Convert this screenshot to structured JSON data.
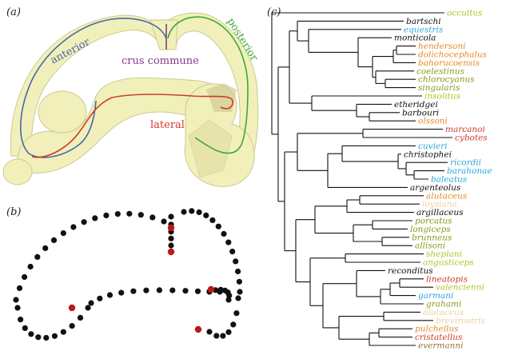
{
  "panels": {
    "a": "(a)",
    "b": "(b)",
    "c": "(c)"
  },
  "canal_labels": {
    "anterior": "anterior",
    "posterior": "posterior",
    "crus": "crus commune",
    "lateral": "lateral"
  },
  "colors": {
    "volume_fill": "#f1f0b8",
    "volume_stroke": "#c9c78a",
    "anterior": "#4a68a8",
    "posterior": "#3fa832",
    "crus": "#8a3a8a",
    "lateral": "#d03a2a",
    "landmark_black": "#111111",
    "landmark_red": "#c01818",
    "branch": "#111111"
  },
  "taxa": [
    {
      "name": "occultus",
      "color": "#b6c22a"
    },
    {
      "name": "bartschi",
      "color": "#111111"
    },
    {
      "name": "equestris",
      "color": "#2aa8d8"
    },
    {
      "name": "monticola",
      "color": "#111111"
    },
    {
      "name": "hendersoni",
      "color": "#e88a2a"
    },
    {
      "name": "dolichocephalus",
      "color": "#e88a2a"
    },
    {
      "name": "bahorucoensis",
      "color": "#e88a2a"
    },
    {
      "name": "coelestinus",
      "color": "#8a9a1a"
    },
    {
      "name": "chlorocyanus",
      "color": "#8a9a1a"
    },
    {
      "name": "singularis",
      "color": "#8a9a1a"
    },
    {
      "name": "insolitus",
      "color": "#b6c22a"
    },
    {
      "name": "etheridgei",
      "color": "#111111"
    },
    {
      "name": "barbouri",
      "color": "#111111"
    },
    {
      "name": "olssoni",
      "color": "#e88a2a"
    },
    {
      "name": "marcanoi",
      "color": "#d03a2a"
    },
    {
      "name": "cybotes",
      "color": "#d03a2a"
    },
    {
      "name": "cuvieri",
      "color": "#2aa8d8"
    },
    {
      "name": "christophei",
      "color": "#111111"
    },
    {
      "name": "ricordii",
      "color": "#2aa8d8"
    },
    {
      "name": "barahonae",
      "color": "#2aa8d8"
    },
    {
      "name": "baleatus",
      "color": "#2aa8d8"
    },
    {
      "name": "argenteolus",
      "color": "#111111"
    },
    {
      "name": "alutaceus",
      "color": "#e88a2a"
    },
    {
      "name": "loysiana",
      "color": "#f0cfa0"
    },
    {
      "name": "argillaceus",
      "color": "#111111"
    },
    {
      "name": "porcatus",
      "color": "#8a9a1a"
    },
    {
      "name": "longiceps",
      "color": "#8a9a1a"
    },
    {
      "name": "brunneus",
      "color": "#8a9a1a"
    },
    {
      "name": "allisoni",
      "color": "#8a9a1a"
    },
    {
      "name": "sheplani",
      "color": "#b6c22a"
    },
    {
      "name": "angusticeps",
      "color": "#b6c22a"
    },
    {
      "name": "reconditus",
      "color": "#111111"
    },
    {
      "name": "lineatopis",
      "color": "#d03a2a"
    },
    {
      "name": "valencienni",
      "color": "#b6c22a"
    },
    {
      "name": "garmani",
      "color": "#2aa8d8"
    },
    {
      "name": "grahami",
      "color": "#8a9a1a"
    },
    {
      "name": "alutaceus",
      "color": "#f0cfa0"
    },
    {
      "name": "brevirostris",
      "color": "#f0cfa0"
    },
    {
      "name": "pulchellus",
      "color": "#e88a2a"
    },
    {
      "name": "cristatellus",
      "color": "#d03a2a"
    },
    {
      "name": "evermanni",
      "color": "#8a7a2a"
    }
  ]
}
